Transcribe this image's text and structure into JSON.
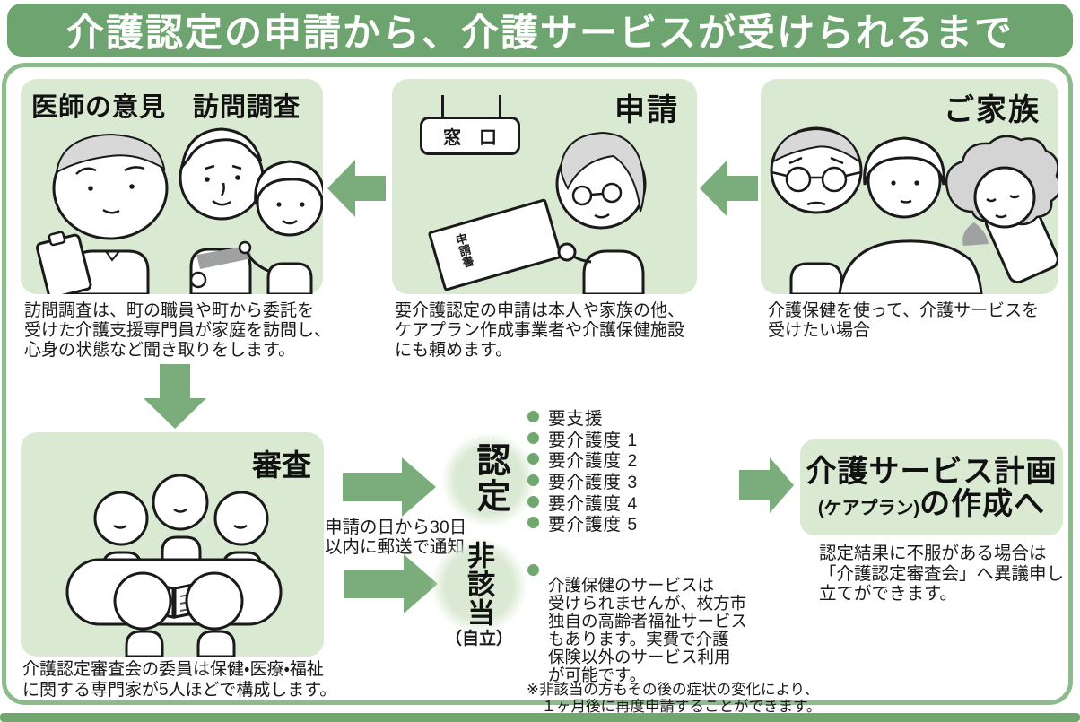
{
  "banner": {
    "title": "介護認定の申請から、介護サービスが受けられるまで"
  },
  "steps": {
    "family": {
      "title": "ご家族",
      "caption": "介護保健を使って、介護サービスを\n受けたい場合"
    },
    "apply": {
      "title": "申請",
      "counter_sign": "窓　口",
      "paper_label": "申請書",
      "caption": "要介護認定の申請は本人や家族の他、\nケアプラン作成事業者や介護保健施設\nにも頼めます。"
    },
    "visit": {
      "title": "医師の意見　訪問調査",
      "caption": "訪問調査は、町の職員や町から委託を\n受けた介護支援専門員が家庭を訪問し、\n心身の状態など聞き取りをします。"
    },
    "review": {
      "title": "審査",
      "caption": "介護認定審査会の委員は保健・医療・福祉\nに関する専門家が5人ほどで構成します。"
    }
  },
  "outcomes": {
    "notice": "申請の日から30日\n以内に郵送で通知",
    "certified": {
      "label": "認定",
      "levels": [
        "要支援",
        "要介護度 1",
        "要介護度 2",
        "要介護度 3",
        "要介護度 4",
        "要介護度 5"
      ]
    },
    "not_applicable": {
      "label": "非該当",
      "sublabel": "（自立）",
      "description": "介護保健のサービスは\n受けられませんが、枚方市\n独自の高齢者福祉サービス\nもあります。実費で介護\n保険以外のサービス利用\nが可能です。",
      "footnote": "※非該当の方もその後の症状の変化により、\n　１ヶ月後に再度申請することができます。"
    }
  },
  "careplan": {
    "title_main": "介護サービス計画",
    "title_sub": "(ケアプラン)",
    "title_suffix": "の作成へ",
    "caption": "認定結果に不服がある場合は\n「介護認定審査会」へ異議申し\n立てができます。"
  },
  "colors": {
    "banner_green": "#6EA46F",
    "arrow_green": "#7BAC7B",
    "box_green": "#D9E9D2",
    "bullet_green": "#6FA76F",
    "frame_green": "#8CBB8C"
  }
}
